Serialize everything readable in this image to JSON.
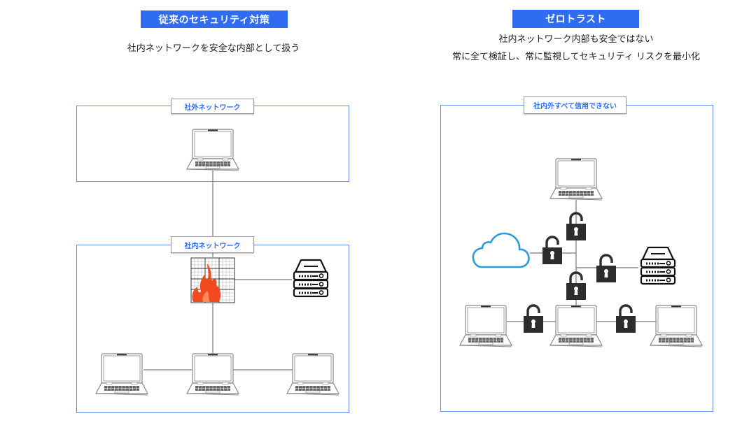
{
  "left_panel": {
    "title": "従来のセキュリティ対策",
    "subtitle": "社内ネットワークを安全な内部として扱う",
    "outer_zone": {
      "label": "社外ネットワーク",
      "devices": [
        "laptop-icon"
      ]
    },
    "inner_zone": {
      "label": "社内ネットワーク",
      "devices": [
        "firewall-icon",
        "server-icon",
        "laptop-icon",
        "laptop-icon",
        "laptop-icon"
      ]
    }
  },
  "right_panel": {
    "title": "ゼロトラスト",
    "subtitle_lines": [
      "社内ネットワーク内部も安全ではない",
      "常に全て検証し、常に監視してセキュリティ リスクを最小化"
    ],
    "zone": {
      "label": "社内外すべて信用できない",
      "devices": [
        "laptop-icon",
        "cloud-icon",
        "server-icon",
        "laptop-icon",
        "laptop-icon",
        "laptop-icon"
      ],
      "lock_count": 6
    }
  },
  "colors": {
    "accent": "#2f6cf0",
    "zone_border": "#5b8ef0",
    "cloud": "#2a9be0",
    "fire": "#f04a1e",
    "lock": "#2d2d2d",
    "line": "#777777"
  }
}
